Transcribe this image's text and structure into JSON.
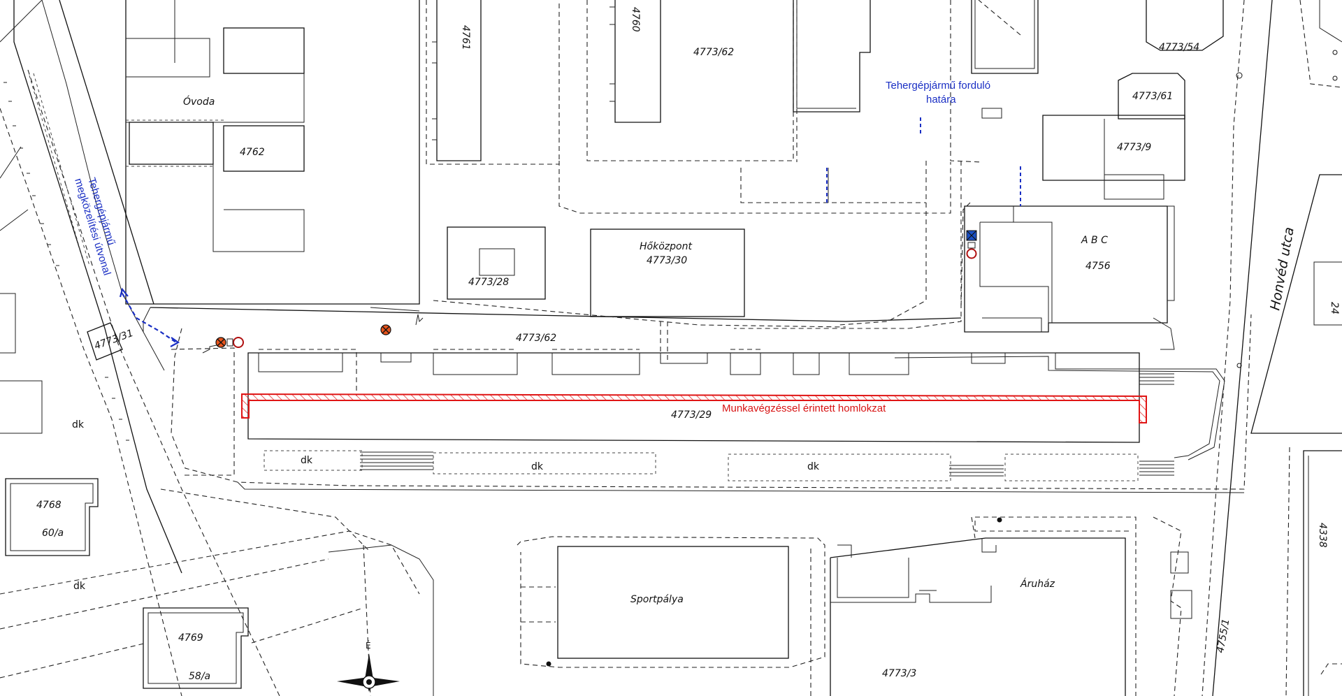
{
  "map": {
    "parcels": {
      "p4761": "4761",
      "p4760": "4760",
      "p4773_62_top": "4773/62",
      "p4773_54": "4773/54",
      "p4773_61": "4773/61",
      "p4773_9": "4773/9",
      "p4762": "4762",
      "p4773_28": "4773/28",
      "p4773_30": "4773/30",
      "p4756": "4756",
      "p4773_31": "4773/31",
      "p4773_62_mid": "4773/62",
      "p4773_29": "4773/29",
      "p4768": "4768",
      "p60a": "60/a",
      "p4769": "4769",
      "p58a": "58/a",
      "p4773_3": "4773/3",
      "p4755_1": "4755/1",
      "p4338": "4338",
      "p24": "24"
    },
    "names": {
      "ovoda": "Óvoda",
      "hokozpont": "Hőközpont",
      "abc": "A B C",
      "sportpalya": "Sportpálya",
      "aruhaz": "Áruház",
      "street": "Honvéd utca",
      "dk1": "dk",
      "dk2": "dk",
      "dk3": "dk",
      "dk4": "dk",
      "dk5": "dk"
    },
    "annotations": {
      "turn_limit_line1": "Tehergépjármű forduló",
      "turn_limit_line2": "határa",
      "approach_line1": "Tehergépjármű",
      "approach_line2": "megközelítési útvonal",
      "facade": "Munkavégzéssel érintett homlokzat"
    },
    "north_label": "É",
    "colors": {
      "annotation_blue": "#1a2fc4",
      "facade_red": "#e01515",
      "linework": "#111111",
      "hydrant_orange": "#e8541c"
    }
  }
}
